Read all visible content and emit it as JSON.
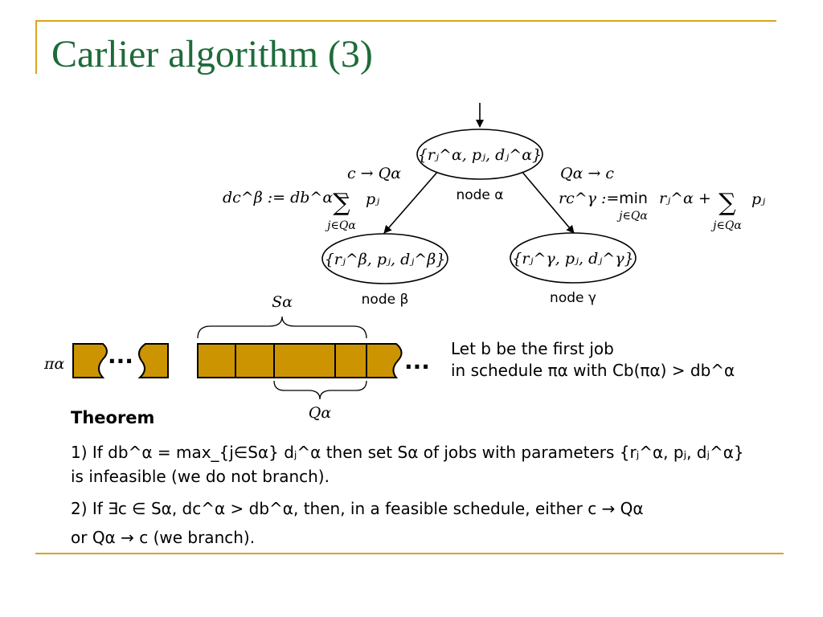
{
  "slide": {
    "title": "Carlier algorithm (3)",
    "accent_color": "#d9a520",
    "title_color": "#1e6b3a",
    "job_block_color": "#cc9400"
  },
  "tree": {
    "root_set": "{rⱼ^α, pⱼ, dⱼ^α}",
    "root_label": "node α",
    "left_set": "{rⱼ^β, pⱼ, dⱼ^β}",
    "left_label": "node β",
    "right_set": "{rⱼ^γ, pⱼ, dⱼ^γ}",
    "right_label": "node γ",
    "left_branch": "c → Qα",
    "right_branch": "Qα → c",
    "left_formula_lhs": "dc^β := db^α −",
    "left_formula_sum": "∑",
    "left_formula_sub": "j∈Qα",
    "left_formula_term": "pⱼ",
    "right_formula_lhs": "rc^γ :=",
    "right_formula_min": "min",
    "right_formula_min_sub": "j∈Qα",
    "right_formula_term": "rⱼ^α +",
    "right_formula_sum": "∑",
    "right_formula_sub": "j∈Qα",
    "right_formula_term2": "pⱼ"
  },
  "schedule": {
    "pi_label": "πα",
    "s_label": "Sα",
    "q_label": "Qα",
    "dots": "···",
    "note_line1": "Let b be the first job",
    "note_line2": "in schedule πα with Cb(πα) > db^α"
  },
  "theorem": {
    "heading": "Theorem",
    "line1": "1) If db^α = max_{j∈Sα} dⱼ^α then set Sα of jobs with parameters {rⱼ^α, pⱼ, dⱼ^α}",
    "line2": "is infeasible (we do not branch).",
    "line3": "2) If ∃c ∈ Sα, dc^α > db^α, then, in a feasible schedule, either c → Qα",
    "line4": "or Qα → c (we branch)."
  }
}
